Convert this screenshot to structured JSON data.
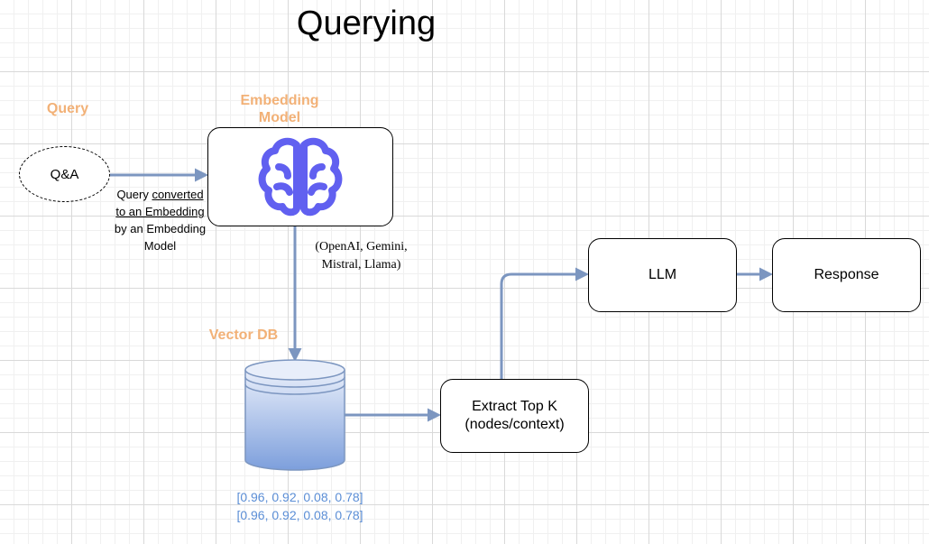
{
  "title": "Querying",
  "labels": {
    "query": "Query",
    "embedding_model": "Embedding\nModel",
    "vector_db": "Vector DB"
  },
  "nodes": {
    "qa": "Q&A",
    "llm": "LLM",
    "response": "Response",
    "extract_line1": "Extract Top K",
    "extract_line2": "(nodes/context)"
  },
  "annotations": {
    "query_note_1": "Query ",
    "query_note_1_u": "converted",
    "query_note_2_u": "to an Embedding",
    "query_note_3": "by an Embedding",
    "query_note_4": "Model",
    "models_line1": "(OpenAI, Gemini,",
    "models_line2": "Mistral, Llama)"
  },
  "vectors": [
    "[0.96, 0.92, 0.08, 0.78]",
    "[0.96, 0.92, 0.08, 0.78]"
  ],
  "colors": {
    "accent_orange": "#f2b177",
    "arrow_blue": "#7c96c0",
    "brain_purple": "#6160f0",
    "vector_text": "#5b8ed6",
    "db_fill_top": "#e8eefa",
    "db_fill_bottom": "#7d9fdc"
  },
  "icons": {
    "brain": "brain-icon",
    "database": "database-icon"
  }
}
